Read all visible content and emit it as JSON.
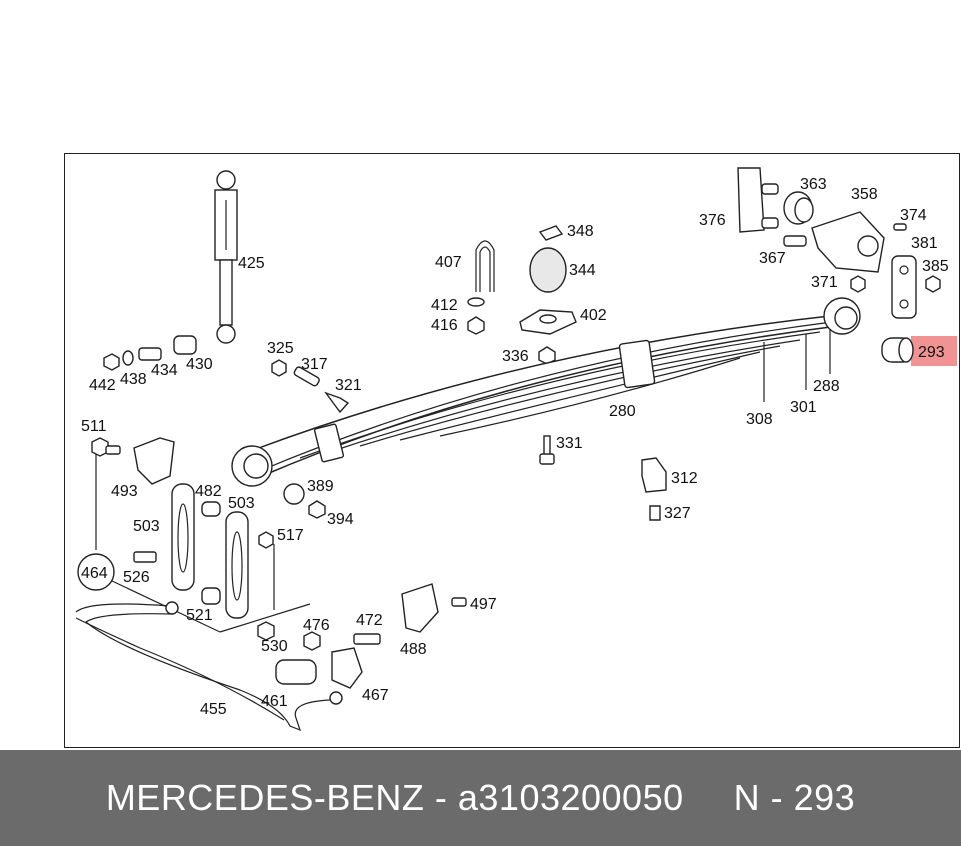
{
  "footer": {
    "brand": "MERCEDES-BENZ",
    "separator": "-",
    "part_number": "a3103200050",
    "ref_label": "N - 293"
  },
  "diagram": {
    "highlight_color": "#f08080",
    "labels": {
      "p425": "425",
      "p442": "442",
      "p438": "438",
      "p434": "434",
      "p430": "430",
      "p407": "407",
      "p348": "348",
      "p344": "344",
      "p412": "412",
      "p416": "416",
      "p402": "402",
      "p336": "336",
      "p325": "325",
      "p317": "317",
      "p321": "321",
      "p376": "376",
      "p363": "363",
      "p358": "358",
      "p374": "374",
      "p367": "367",
      "p381": "381",
      "p385": "385",
      "p371": "371",
      "p293": "293",
      "p288": "288",
      "p280": "280",
      "p308": "308",
      "p301": "301",
      "p331": "331",
      "p312": "312",
      "p327": "327",
      "p511": "511",
      "p493": "493",
      "p482": "482",
      "p503a": "503",
      "p503b": "503",
      "p389": "389",
      "p394": "394",
      "p517": "517",
      "p464": "464",
      "p526": "526",
      "p521": "521",
      "p530": "530",
      "p476": "476",
      "p472": "472",
      "p497": "497",
      "p488": "488",
      "p461": "461",
      "p467": "467",
      "p455": "455"
    }
  }
}
